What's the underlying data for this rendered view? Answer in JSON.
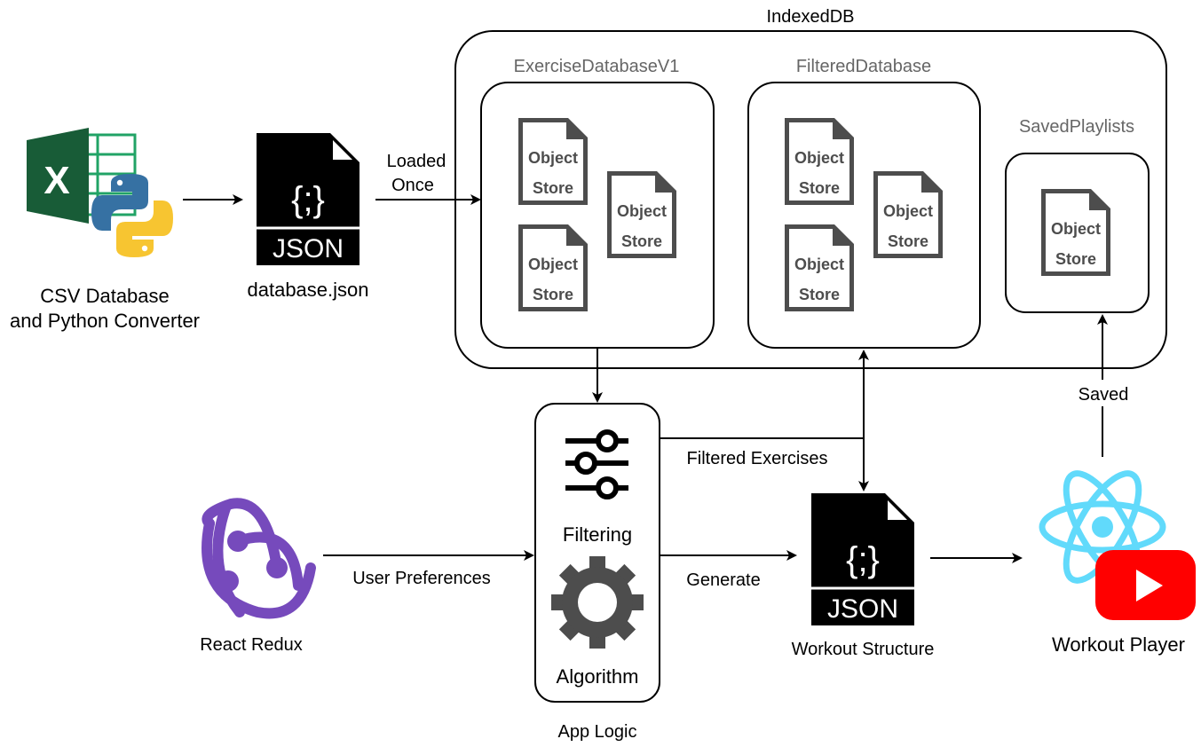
{
  "indexeddb": {
    "title": "IndexedDB",
    "databases": [
      {
        "name": "ExerciseDatabaseV1",
        "stores": [
          "Object Store",
          "Object Store",
          "Object Store"
        ]
      },
      {
        "name": "FilteredDatabase",
        "stores": [
          "Object Store",
          "Object Store",
          "Object Store"
        ]
      },
      {
        "name": "SavedPlaylists",
        "stores": [
          "Object Store"
        ]
      }
    ],
    "store_word_1": "Object",
    "store_word_2": "Store"
  },
  "nodes": {
    "csv_label_line1": "CSV Database",
    "csv_label_line2": "and Python Converter",
    "database_json_label": "database.json",
    "react_redux_label": "React Redux",
    "app_logic_label": "App Logic",
    "filtering_label": "Filtering",
    "algorithm_label": "Algorithm",
    "workout_structure_label": "Workout Structure",
    "workout_player_label": "Workout Player",
    "json_badge": "JSON",
    "json_braces": "{;}",
    "excel_letter": "X"
  },
  "edges": {
    "loaded_once_line1": "Loaded",
    "loaded_once_line2": "Once",
    "user_preferences": "User Preferences",
    "filtered_exercises": "Filtered Exercises",
    "generate": "Generate",
    "saved": "Saved"
  },
  "colors": {
    "stroke": "#000000",
    "store_gray": "#4d4d4d",
    "db_title_gray": "#666666",
    "excel_green_dark": "#185c37",
    "excel_green": "#21a366",
    "python_blue": "#3671a3",
    "python_yellow": "#f7c531",
    "redux_purple": "#764abc",
    "react_blue": "#61dafb",
    "youtube_red": "#ff0000"
  }
}
